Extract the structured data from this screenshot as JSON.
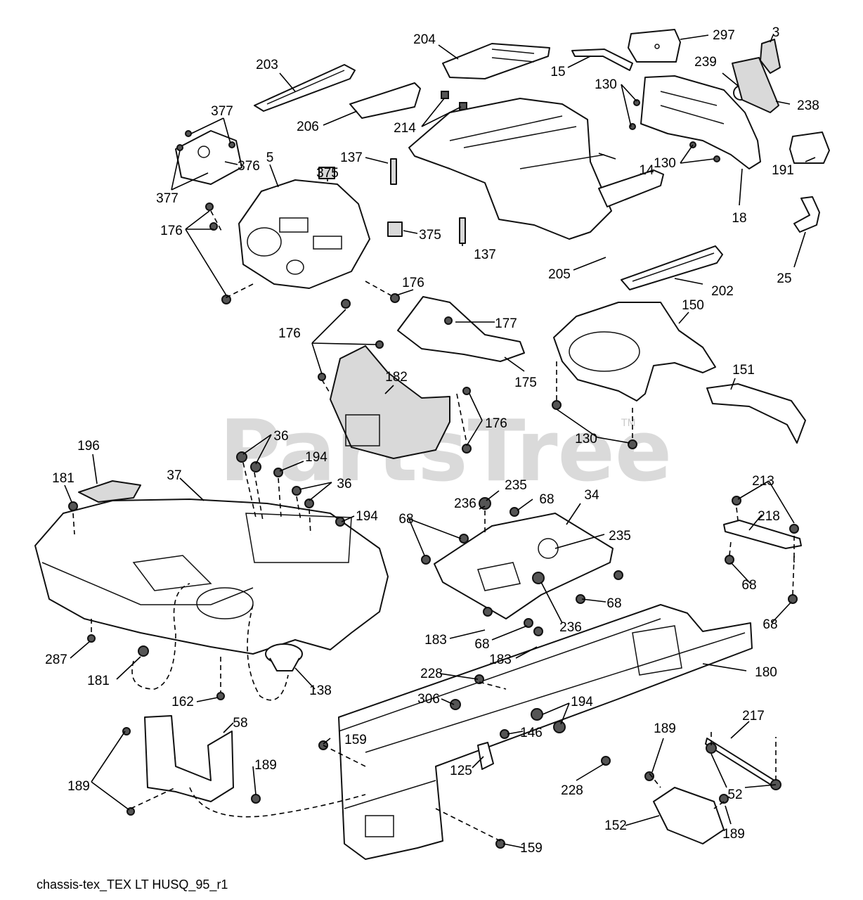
{
  "watermark": {
    "text": "PartsTree",
    "trademark": "TM"
  },
  "caption": "chassis-tex_TEX LT HUSQ_95_r1",
  "callouts": [
    "3",
    "297",
    "204",
    "15",
    "239",
    "238",
    "130",
    "130",
    "203",
    "206",
    "214",
    "377",
    "377",
    "377",
    "376",
    "137",
    "137",
    "375",
    "375",
    "5",
    "176",
    "176",
    "176",
    "176",
    "14",
    "18",
    "191",
    "25",
    "205",
    "202",
    "177",
    "175",
    "150",
    "151",
    "182",
    "130",
    "36",
    "36",
    "194",
    "194",
    "196",
    "181",
    "37",
    "235",
    "68",
    "34",
    "236",
    "68",
    "235",
    "213",
    "218",
    "68",
    "68",
    "236",
    "68",
    "183",
    "68",
    "183",
    "287",
    "181",
    "138",
    "162",
    "228",
    "180",
    "306",
    "194",
    "146",
    "58",
    "189",
    "189",
    "159",
    "125",
    "228",
    "189",
    "217",
    "52",
    "152",
    "189",
    "159"
  ]
}
